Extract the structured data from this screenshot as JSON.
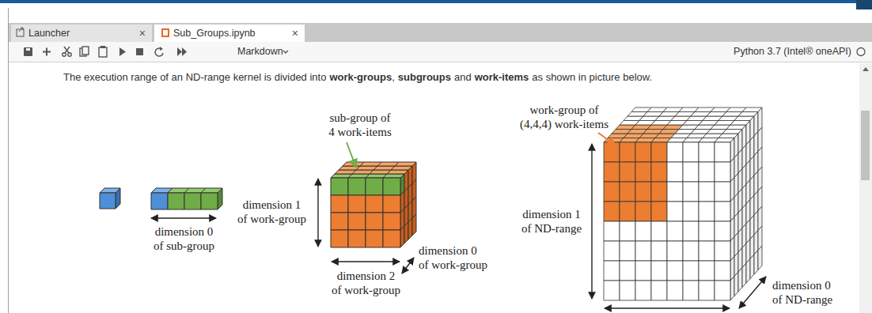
{
  "diagram": {
    "nodes": [
      {
        "text": [
          "Launcher",
          "×"
        ]
      },
      {
        "text": [
          "Sub_Groups.ipynb",
          "×"
        ]
      }
    ],
    "labels": [
      "Markdown",
      "Python 3.7 (Intel® oneAPI)",
      "The execution range of an ND-range kernel is divided into",
      "work-groups",
      ",",
      "subgroups",
      "and",
      "work-items",
      "as shown in picture below.",
      "sub-group of 4 work-items",
      "dimension 1 of work-group",
      "dimension 0 of sub-group",
      "dimension 0 of work-group",
      "dimension 2 of work-group",
      "work-group of (4,4,4) work-items",
      "dimension 1 of ND-range",
      "dimension 0 of ND-range"
    ]
  }
}
